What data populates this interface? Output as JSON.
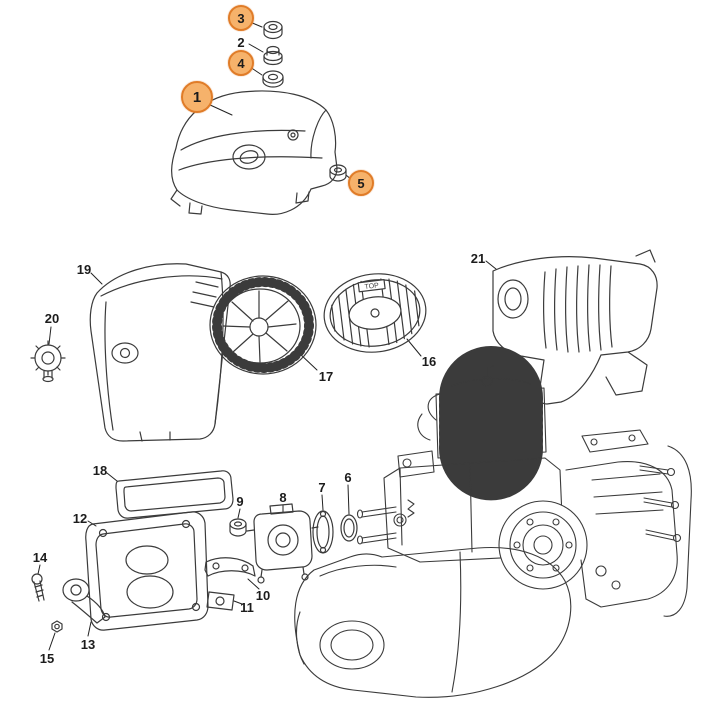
{
  "page": {
    "background_color": "#ffffff"
  },
  "diagram": {
    "kind": "exploded-parts-diagram",
    "highlight_fill_color": "#f6b26b",
    "highlight_border_color": "#e07c28",
    "line_color": "#3b3b3b",
    "label_color": "#1c1c1c",
    "filter16_marking": "TOP",
    "callouts": [
      {
        "label": "1",
        "highlighted": true
      },
      {
        "label": "2",
        "highlighted": false
      },
      {
        "label": "3",
        "highlighted": true
      },
      {
        "label": "4",
        "highlighted": true
      },
      {
        "label": "5",
        "highlighted": true
      },
      {
        "label": "6",
        "highlighted": false
      },
      {
        "label": "7",
        "highlighted": false
      },
      {
        "label": "8",
        "highlighted": false
      },
      {
        "label": "9",
        "highlighted": false
      },
      {
        "label": "10",
        "highlighted": false
      },
      {
        "label": "11",
        "highlighted": false
      },
      {
        "label": "12",
        "highlighted": false
      },
      {
        "label": "13",
        "highlighted": false
      },
      {
        "label": "14",
        "highlighted": false
      },
      {
        "label": "15",
        "highlighted": false
      },
      {
        "label": "16",
        "highlighted": false
      },
      {
        "label": "17",
        "highlighted": false
      },
      {
        "label": "18",
        "highlighted": false
      },
      {
        "label": "19",
        "highlighted": false
      },
      {
        "label": "20",
        "highlighted": false
      },
      {
        "label": "21",
        "highlighted": false
      }
    ]
  }
}
